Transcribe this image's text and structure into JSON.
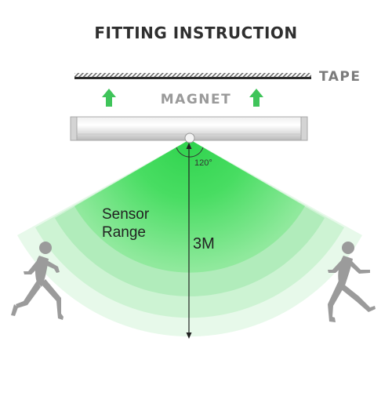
{
  "title": "FITTING INSTRUCTION",
  "tape_label": "TAPE",
  "magnet_label": "MAGNET",
  "angle_label": "120°",
  "sensor_label_line1": "Sensor",
  "sensor_label_line2": "Range",
  "distance_label": "3M",
  "colors": {
    "title": "#2f2f2f",
    "arrow_green": "#3fc45a",
    "range_green": "#3ddc57",
    "tape_gray": "#7b7b7b",
    "silhouette_gray": "#9b9b9b"
  }
}
